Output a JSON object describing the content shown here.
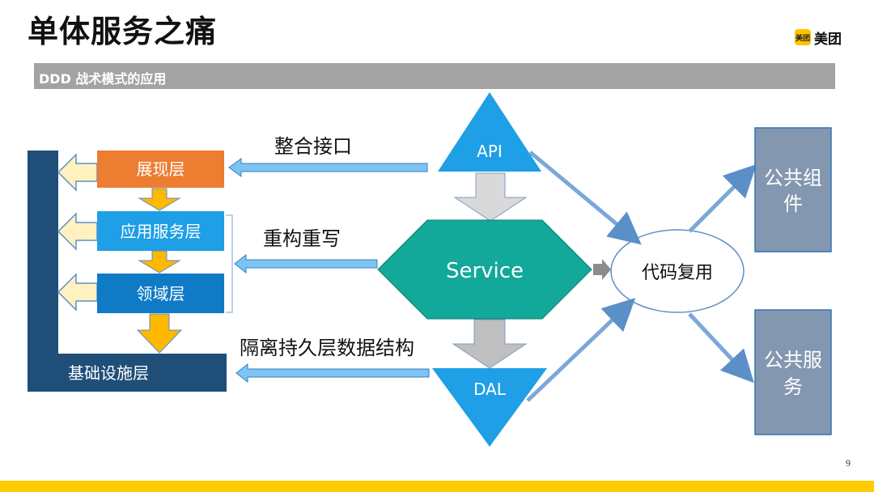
{
  "slide": {
    "title": "单体服务之痛",
    "logo_badge": "美团",
    "logo_text": "美团",
    "banner": "DDD 战术模式的应用",
    "page_number": "9"
  },
  "layers": {
    "presentation": "展现层",
    "application": "应用服务层",
    "domain": "领域层",
    "infrastructure": "基础设施层"
  },
  "arrows": {
    "api_label": "整合接口",
    "service_label": "重构重写",
    "dal_label": "隔离持久层数据结构"
  },
  "shapes": {
    "api": "API",
    "service": "Service",
    "dal": "DAL",
    "reuse": "代码复用"
  },
  "targets": {
    "component_line1": "公共组",
    "component_line2": "件",
    "service_line1": "公共服",
    "service_line2": "务"
  },
  "colors": {
    "presentation": "#ED7D31",
    "application": "#1E9FE6",
    "domain": "#0F7BC6",
    "infra": "#1F4E79",
    "api_dal": "#1E9FE6",
    "service": "#12A89A",
    "target_box": "#8497B0"
  }
}
